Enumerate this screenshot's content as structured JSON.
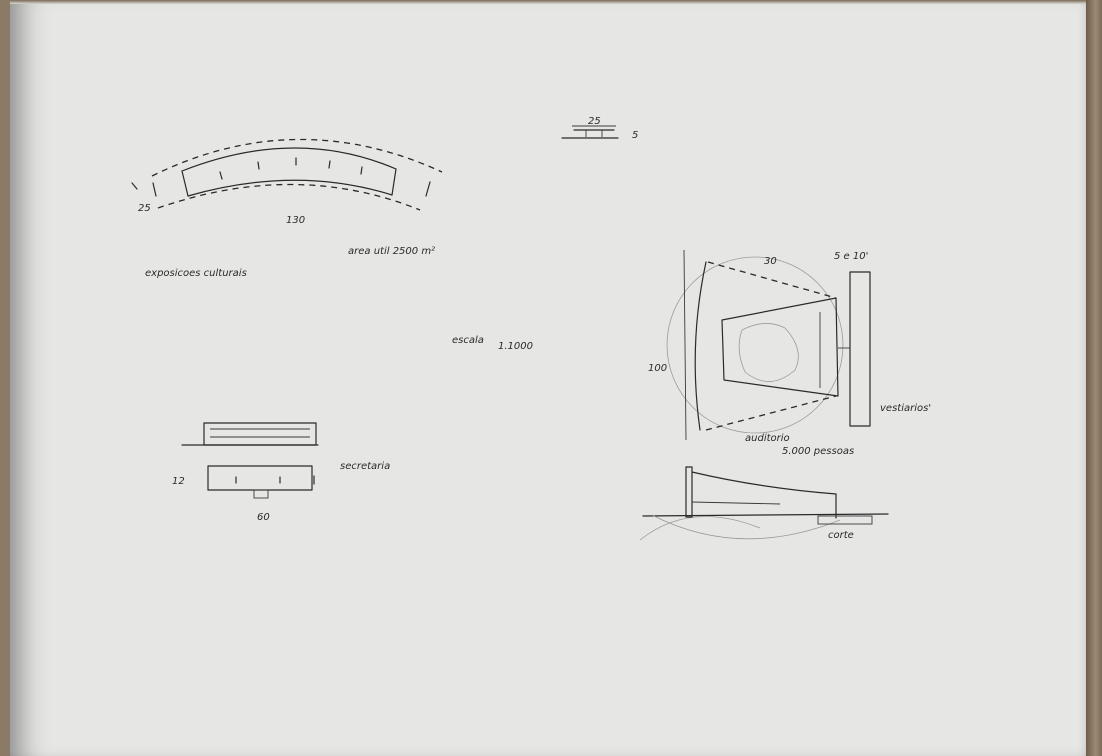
{
  "labels": {
    "dim_25_top": "25",
    "dim_5": "5",
    "dim_25_left": "25",
    "dim_130": "130",
    "area": "area util 2500 m²",
    "exposicoes": "exposicoes culturais",
    "escala_word": "escala",
    "escala_value": "1.1000",
    "dim_30": "30",
    "dim_5_10": "5 e 10'",
    "dim_100": "100",
    "vestiarios": "vestiarios'",
    "auditorio": "auditorio",
    "pessoas": "5.000 pessoas",
    "secretaria": "secretaria",
    "dim_12": "12",
    "dim_60": "60",
    "corte": "corte"
  }
}
